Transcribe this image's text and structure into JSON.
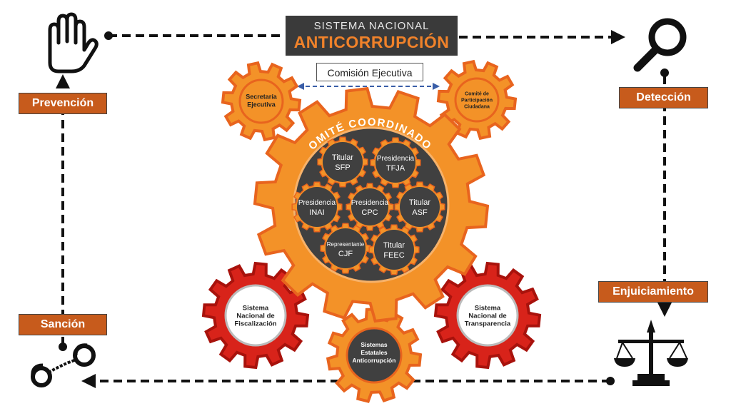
{
  "header": {
    "line1": "SISTEMA NACIONAL",
    "line2": "ANTICORRUPCIÓN",
    "commission": "Comisión Ejecutiva"
  },
  "stages": {
    "prevencion": "Prevención",
    "deteccion": "Detección",
    "enjuiciamiento": "Enjuiciamiento",
    "sancion": "Sanción"
  },
  "committee": {
    "arc_label": "COMITÉ COORDINADOR",
    "members": [
      {
        "line1": "Titular",
        "line2": "SFP"
      },
      {
        "line1": "Presidencia",
        "line2": "TFJA"
      },
      {
        "line1": "Presidencia",
        "line2": "INAI"
      },
      {
        "line1": "Presidencia",
        "line2": "CPC"
      },
      {
        "line1": "Titular",
        "line2": "ASF"
      },
      {
        "line1": "Representante",
        "line2": "CJF"
      },
      {
        "line1": "Titular",
        "line2": "FEEC"
      }
    ]
  },
  "satellites": {
    "secretaria": [
      "Secretaría",
      "Ejecutiva"
    ],
    "participacion": [
      "Comité de",
      "Participación",
      "Ciudadana"
    ],
    "fiscalizacion": [
      "Sistema",
      "Nacional de",
      "Fiscalización"
    ],
    "transparencia": [
      "Sistema",
      "Nacional de",
      "Transparencia"
    ],
    "estatales": [
      "Sistemas",
      "Estatales",
      "Anticorrupción"
    ]
  },
  "icons": [
    "hand-stop-icon",
    "magnifier-icon",
    "scales-icon",
    "handcuffs-icon"
  ],
  "colors": {
    "orange": "#f39228",
    "orange_edge": "#e8641e",
    "red": "#d8231a",
    "dark": "#404040",
    "label_bg": "#c75b1c",
    "title_orange": "#f0822a"
  }
}
